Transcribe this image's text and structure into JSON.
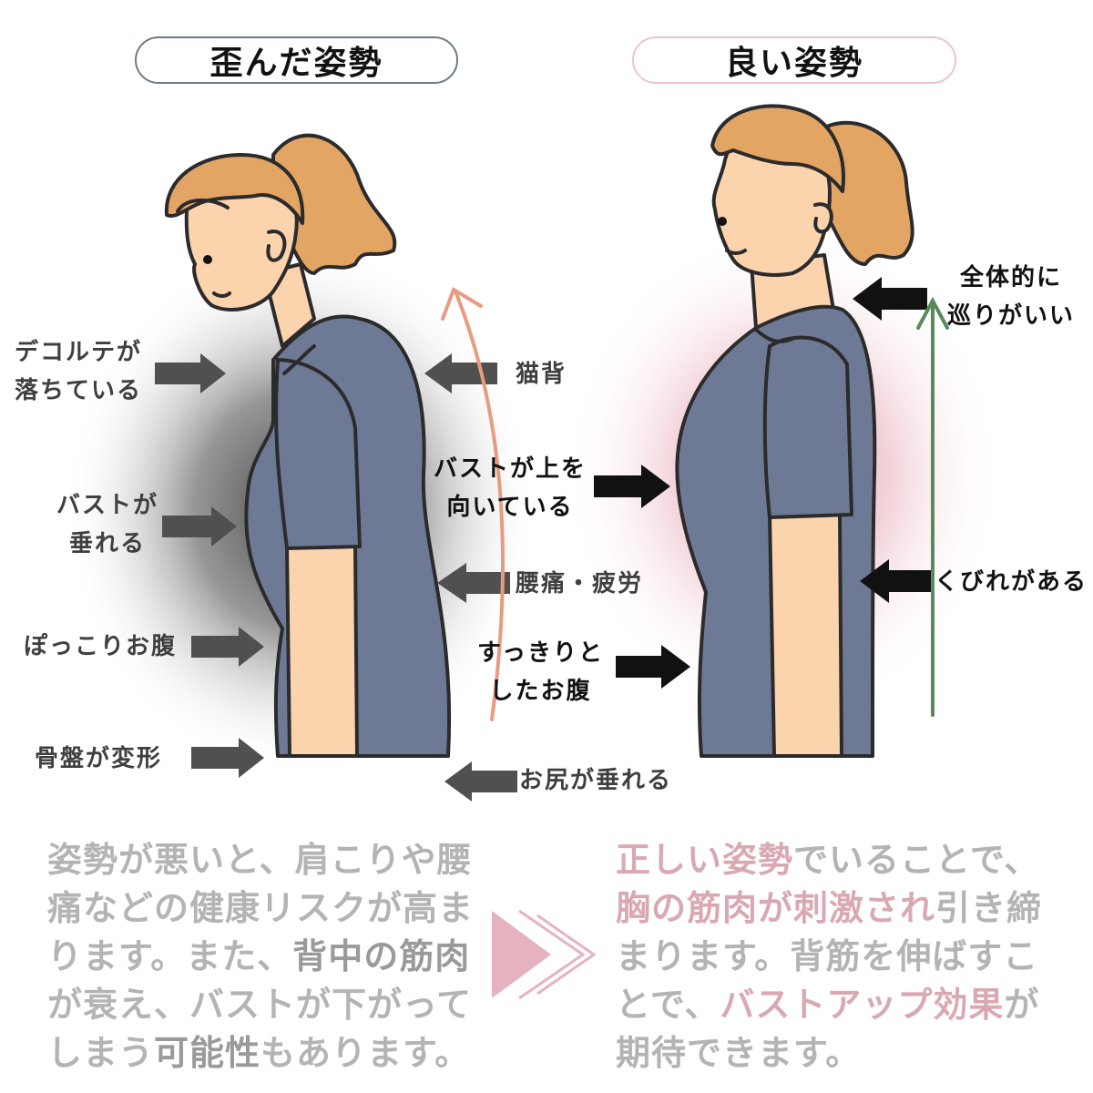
{
  "headers": {
    "bad": "歪んだ姿勢",
    "good": "良い姿勢"
  },
  "bad_labels": {
    "decollete": "デコルテが\n落ちている",
    "bust": "バストが\n垂れる",
    "belly": "ぽっこりお腹",
    "pelvis": "骨盤が変形",
    "cat_back": "猫背",
    "backache": "腰痛・疲労",
    "hip": "お尻が垂れる"
  },
  "good_labels": {
    "circulation": "全体的に\n巡りがいい",
    "bust_up": "バストが上を\n向いている",
    "waist": "くびれがある",
    "flat_belly": "すっきりと\nしたお腹"
  },
  "paragraphs": {
    "bad": [
      {
        "text": "姿勢が悪いと、肩こりや腰痛などの健康リスクが高まります。また、",
        "style": "plain"
      },
      {
        "text": "背中の筋肉",
        "style": "hl"
      },
      {
        "text": "が衰え、バストが下がってしまう",
        "style": "plain"
      },
      {
        "text": "可能性",
        "style": "hl"
      },
      {
        "text": "もあります。",
        "style": "plain"
      }
    ],
    "good": [
      {
        "text": "正しい姿勢",
        "style": "pk"
      },
      {
        "text": "でいることで、",
        "style": "plain"
      },
      {
        "text": "胸の筋肉が刺激され",
        "style": "pk"
      },
      {
        "text": "引き締まります。背筋を伸ばすことで、",
        "style": "plain"
      },
      {
        "text": "バストアップ効果",
        "style": "pk"
      },
      {
        "text": "が期待できます。",
        "style": "plain"
      }
    ]
  },
  "colors": {
    "hair": "#e2a564",
    "skin": "#fbd3ad",
    "shirt": "#6e7a95",
    "outline": "#2b2b2b",
    "arrow_gray": "#505050",
    "arrow_black": "#111111",
    "curve_arrow": "#e89b80",
    "straight_arrow": "#5a8a5c",
    "pink_glow": "#e7aab7",
    "chevron_pink": "#e5b3c0"
  },
  "icons": [
    "arrow-right-icon",
    "arrow-left-icon",
    "curved-up-arrow-icon",
    "straight-up-arrow-icon",
    "chevron-arrow-icon"
  ]
}
